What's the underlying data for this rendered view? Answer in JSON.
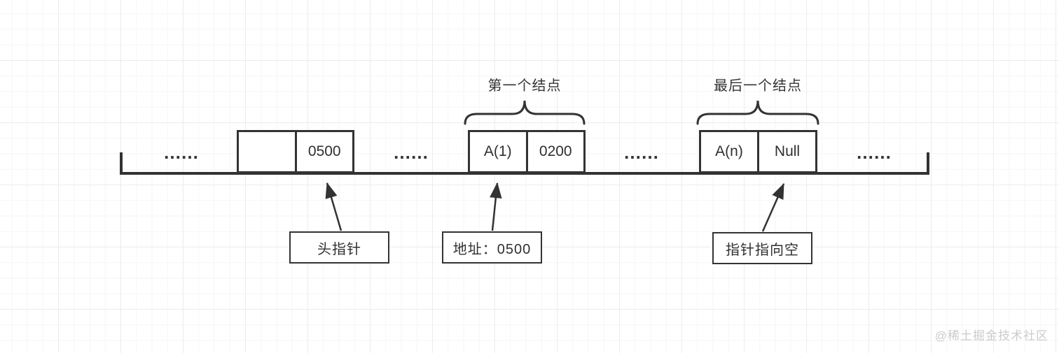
{
  "diagram": {
    "first_node_title": "第一个结点",
    "last_node_title": "最后一个结点",
    "ellipsis": "……",
    "nodes": [
      {
        "data": "",
        "pointer": "0500"
      },
      {
        "data": "A(1)",
        "pointer": "0200"
      },
      {
        "data": "A(n)",
        "pointer": "Null"
      }
    ],
    "callouts": {
      "head_pointer": "头指针",
      "first_node_address": "地址：0500",
      "null_pointer": "指针指向空"
    }
  },
  "watermark": "@稀土掘金技术社区",
  "colors": {
    "stroke": "#333333",
    "text": "#2f2f2f",
    "grid_minor": "#f6f6f6",
    "grid_major": "#ececec",
    "watermark": "#cbcbcb",
    "box_background": "#ffffff"
  }
}
